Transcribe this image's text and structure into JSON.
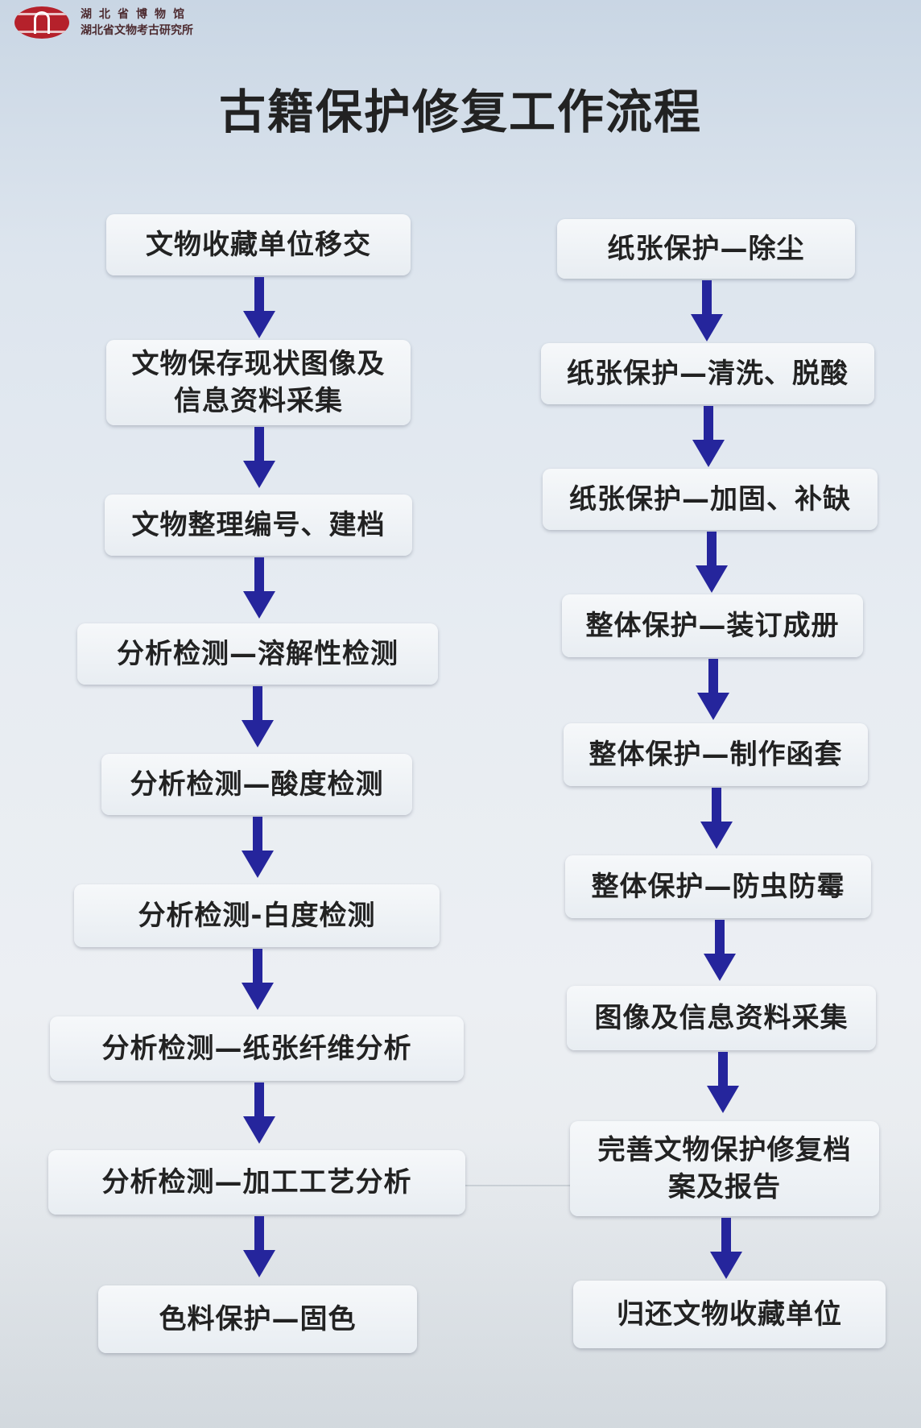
{
  "header": {
    "org_line_1": "湖北省博物馆",
    "org_line_2": "湖北省文物考古研究所"
  },
  "title": "古籍保护修复工作流程",
  "left_steps": [
    "文物收藏单位移交",
    "文物保存现状图像及\n信息资料采集",
    "文物整理编号、建档",
    "分析检测—溶解性检测",
    "分析检测—酸度检测",
    "分析检测-白度检测",
    "分析检测—纸张纤维分析",
    "分析检测—加工工艺分析",
    "色料保护—固色"
  ],
  "right_steps": [
    "纸张保护—除尘",
    "纸张保护—清洗、脱酸",
    "纸张保护—加固、补缺",
    "整体保护—装订成册",
    "整体保护—制作函套",
    "整体保护—防虫防霉",
    "图像及信息资料采集",
    "完善文物保护修复档\n案及报告",
    "归还文物收藏单位"
  ],
  "colors": {
    "arrow": "#25259c",
    "logo": "#b5212b"
  }
}
